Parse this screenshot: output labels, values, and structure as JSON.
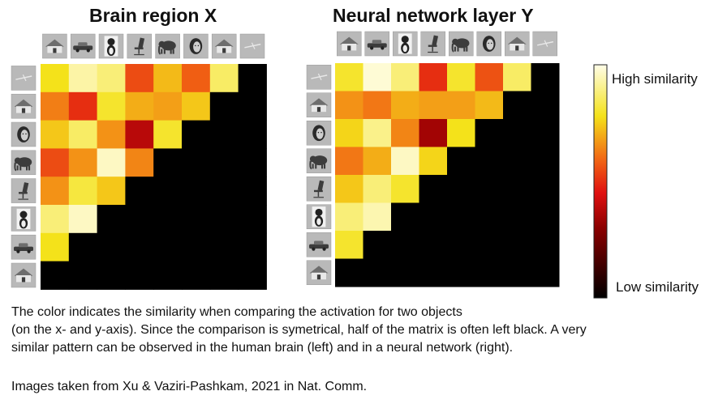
{
  "chart_data": [
    {
      "type": "heatmap",
      "title": "Brain region X",
      "x_categories": [
        "house",
        "car",
        "cat",
        "chair",
        "elephant",
        "face",
        "house",
        "plane"
      ],
      "y_categories": [
        "plane",
        "house",
        "face",
        "elephant",
        "chair",
        "cat",
        "car",
        "house"
      ],
      "values": [
        [
          0.78,
          0.93,
          0.88,
          0.55,
          0.72,
          0.58,
          0.86,
          null
        ],
        [
          0.63,
          0.5,
          0.8,
          0.7,
          0.68,
          0.74,
          null,
          null
        ],
        [
          0.74,
          0.86,
          0.66,
          0.38,
          0.8,
          null,
          null,
          null
        ],
        [
          0.55,
          0.66,
          0.96,
          0.64,
          null,
          null,
          null,
          null
        ],
        [
          0.66,
          0.82,
          0.74,
          null,
          null,
          null,
          null,
          null
        ],
        [
          0.88,
          0.96,
          null,
          null,
          null,
          null,
          null,
          null
        ],
        [
          0.78,
          null,
          null,
          null,
          null,
          null,
          null,
          null
        ],
        [
          null,
          null,
          null,
          null,
          null,
          null,
          null,
          null
        ]
      ]
    },
    {
      "type": "heatmap",
      "title": "Neural network layer Y",
      "x_categories": [
        "house",
        "car",
        "cat",
        "chair",
        "elephant",
        "face",
        "house",
        "plane"
      ],
      "y_categories": [
        "plane",
        "house",
        "face",
        "elephant",
        "chair",
        "cat",
        "car",
        "house"
      ],
      "values": [
        [
          0.8,
          0.98,
          0.88,
          0.5,
          0.8,
          0.56,
          0.86,
          null
        ],
        [
          0.66,
          0.62,
          0.7,
          0.68,
          0.68,
          0.72,
          null,
          null
        ],
        [
          0.76,
          0.9,
          0.64,
          0.34,
          0.78,
          null,
          null,
          null
        ],
        [
          0.62,
          0.7,
          0.96,
          0.76,
          null,
          null,
          null,
          null
        ],
        [
          0.74,
          0.88,
          0.8,
          null,
          null,
          null,
          null,
          null
        ],
        [
          0.88,
          0.94,
          null,
          null,
          null,
          null,
          null,
          null
        ],
        [
          0.8,
          null,
          null,
          null,
          null,
          null,
          null,
          null
        ],
        [
          null,
          null,
          null,
          null,
          null,
          null,
          null,
          null
        ]
      ]
    }
  ],
  "colorbar": {
    "high_label": "High similarity",
    "low_label": "Low similarity",
    "colormap": "hot"
  },
  "object_icons": {
    "house": "house-icon",
    "car": "car-icon",
    "cat": "cat-icon",
    "chair": "chair-icon",
    "elephant": "elephant-icon",
    "face": "face-icon",
    "plane": "plane-icon"
  },
  "caption": {
    "line1": "The color indicates the similarity when comparing the activation for two objects",
    "line2": "(on the x- and y-axis). Since the comparison is symetrical, half of the matrix is often left black. A very",
    "line3": "similar pattern can be observed in the human brain (left) and in a neural network (right).",
    "source": "Images taken from Xu & Vaziri-Pashkam, 2021 in Nat. Comm."
  }
}
